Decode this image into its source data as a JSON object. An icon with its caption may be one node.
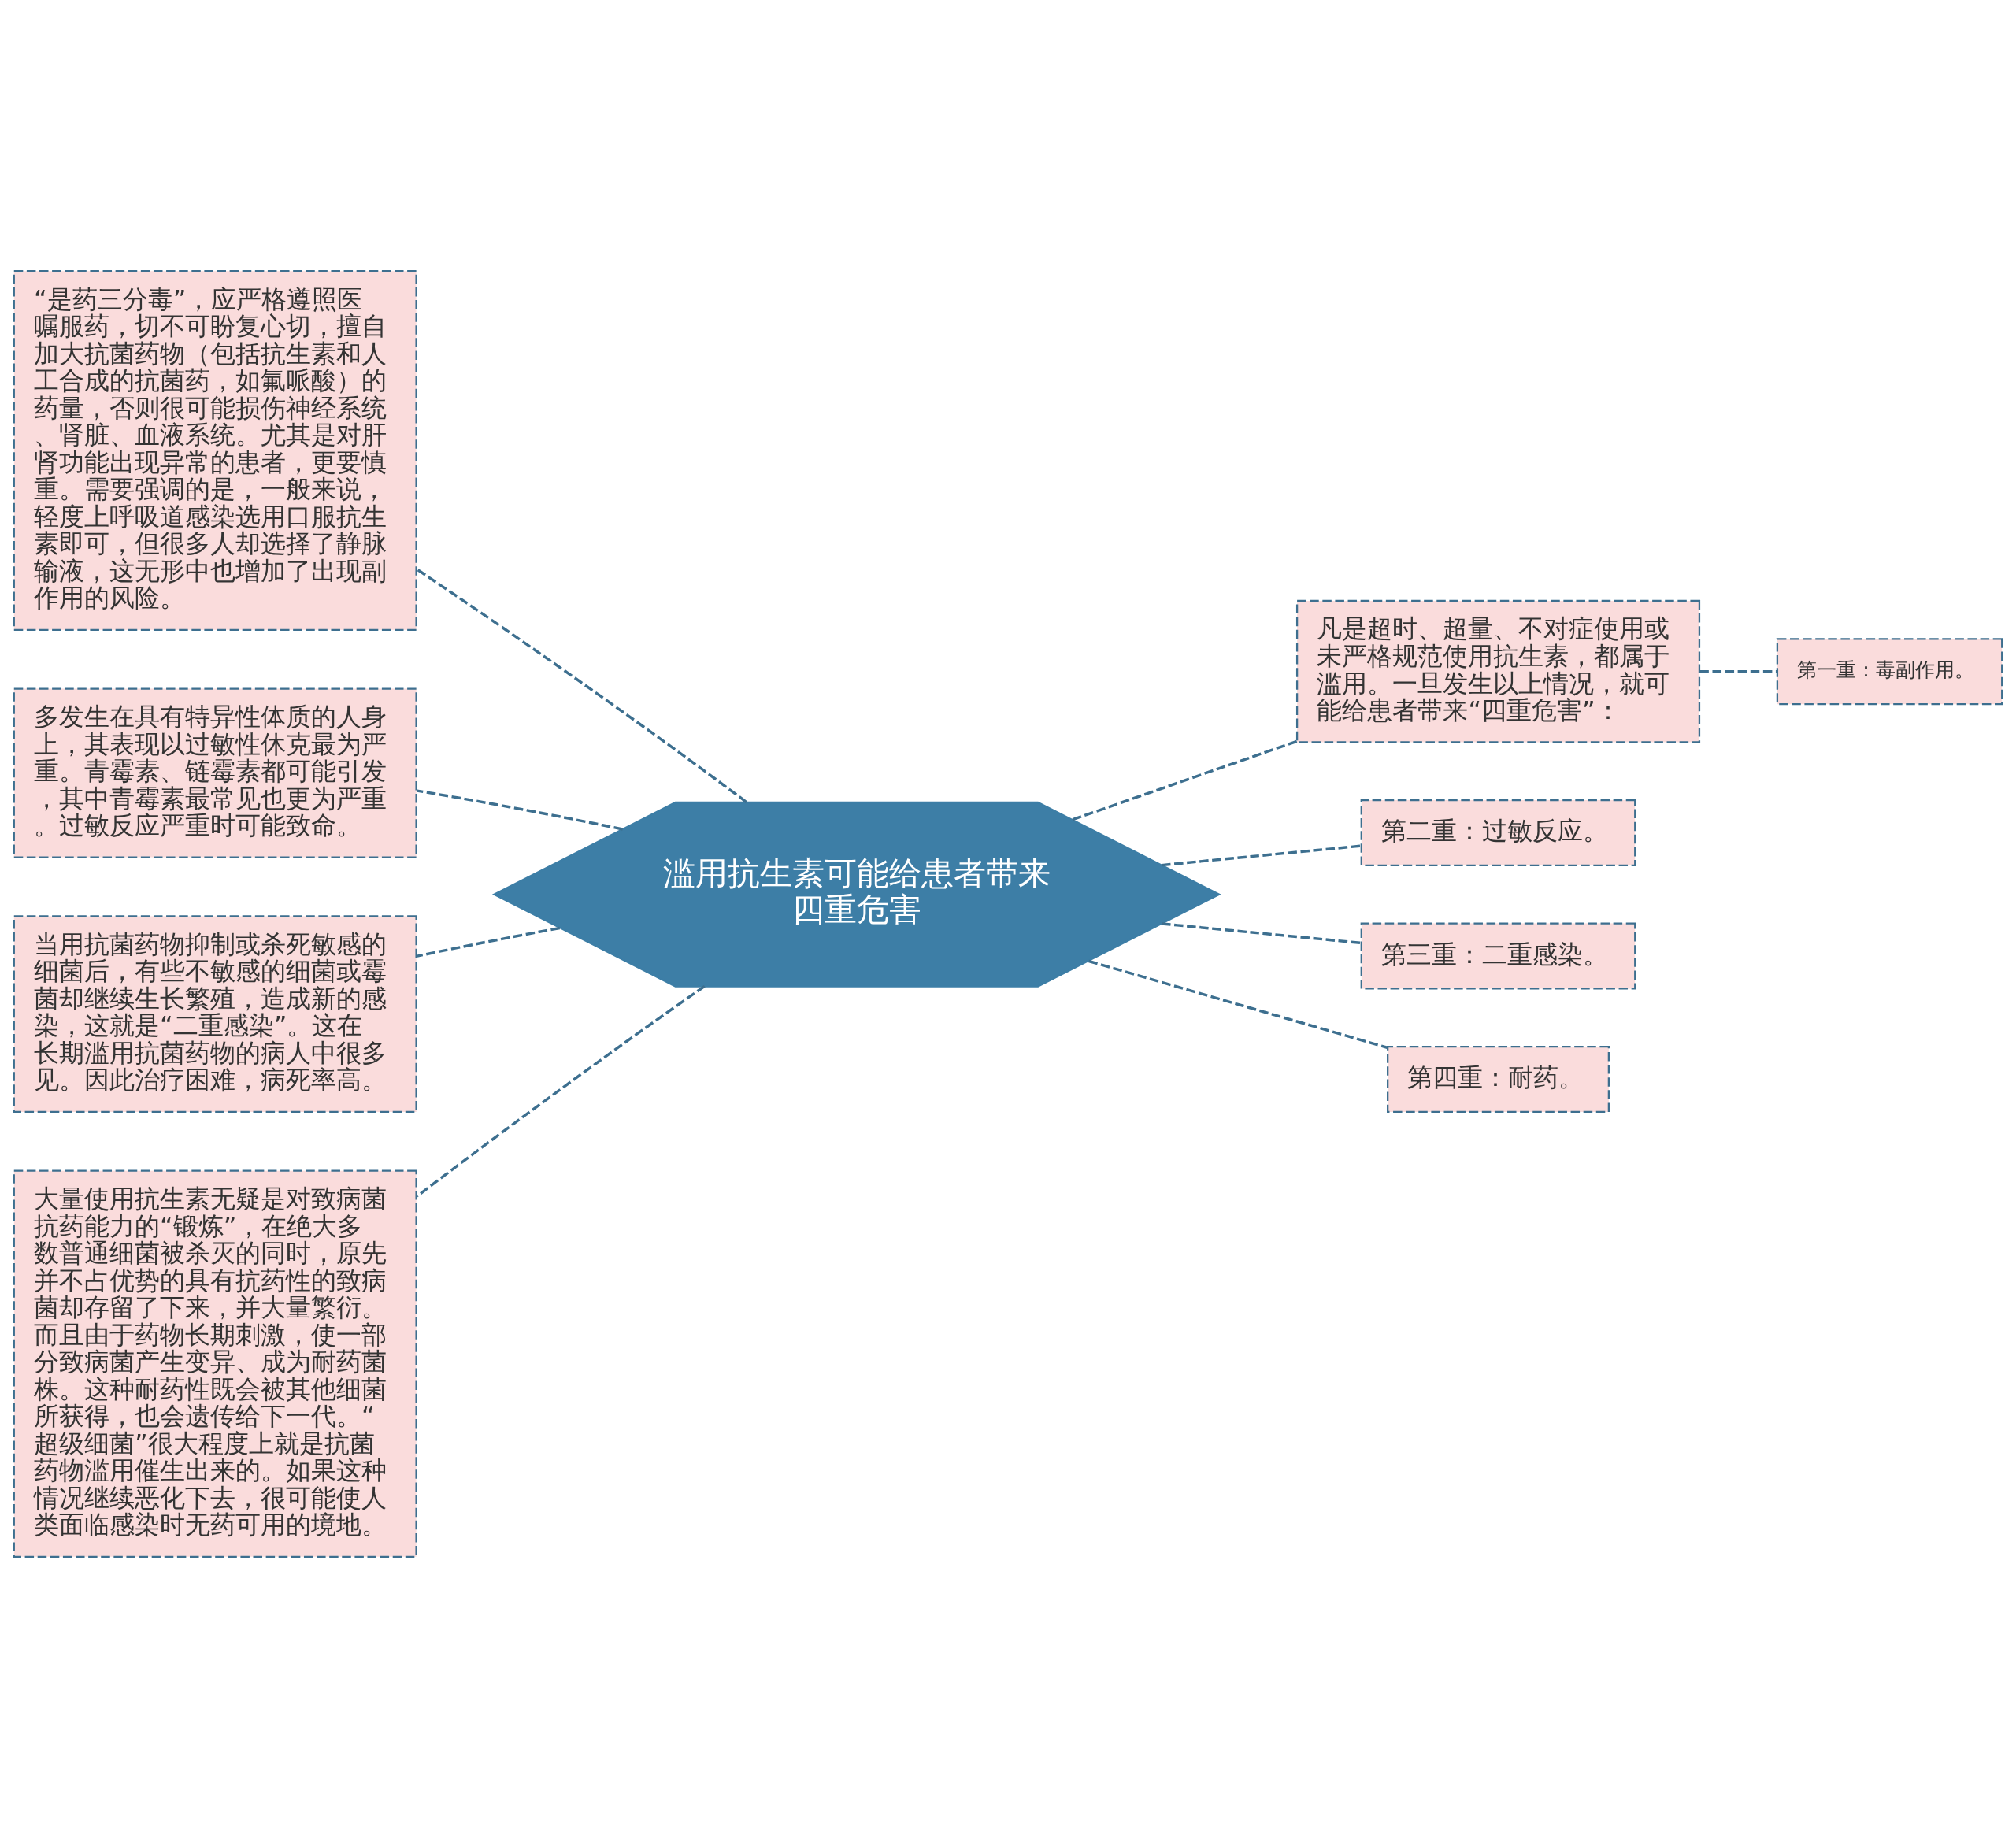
{
  "diagram": {
    "nodes": [
      {
        "text": [
          "滥用抗生素可能给患者带来四重危害"
        ]
      },
      {
        "text": [
          "“是药三分毒”，应严格遵照医嘱服药，切不可盼复心切，擅自加大抗菌药物（包括抗生素和人工合成的抗菌药，如氟哌酸）的药量，否则很可能损伤神经系统、肾脏、血液系统。尤其是对肝肾功能出现异常的患者，更要慎重。需要强调的是，一般来说，轻度上呼吸道感染选用口服抗生素即可，但很多人却选择了静脉输液，这无形中也增加了出现副作用的风险。"
        ]
      },
      {
        "text": [
          "多发生在具有特异性体质的人身上，其表现以过敏性休克最为严重。青霉素、链霉素都可能引发，其中青霉素最常见也更为严重。过敏反应严重时可能致命。"
        ]
      },
      {
        "text": [
          "当用抗菌药物抑制或杀死敏感的细菌后，有些不敏感的细菌或霉菌却继续生长繁殖，造成新的感染，这就是“二重感染”。这在长期滥用抗菌药物的病人中很多见。因此治疗困难，病死率高。"
        ]
      },
      {
        "text": [
          "大量使用抗生素无疑是对致病菌抗药能力的“锻炼”，在绝大多数普通细菌被杀灭的同时，原先并不占优势的具有抗药性的致病菌却存留了下来，并大量繁衍。而且由于药物长期刺激，使一部分致病菌产生变异、成为耐药菌株。这种耐药性既会被其他细菌所获得，也会遗传给下一代。“超级细菌”很大程度上就是抗菌药物滥用催生出来的。如果这种情况继续恶化下去，很可能使人类面临感染时无药可用的境地。"
        ]
      },
      {
        "text": [
          "凡是超时、超量、不对症使用或未严格规范使用抗生素，都属于滥用。一旦发生以上情况，就可能给患者带来“四重危害”："
        ]
      },
      {
        "text": [
          "第一重：毒副作用。"
        ]
      },
      {
        "text": [
          "第二重：过敏反应。"
        ]
      },
      {
        "text": [
          "第三重：二重感染。"
        ]
      },
      {
        "text": [
          "第四重：耐药。"
        ]
      }
    ],
    "edges": [
      {
        "from": 0,
        "to": 1,
        "arrow": "none",
        "style": "dashed"
      },
      {
        "from": 0,
        "to": 2,
        "arrow": "none",
        "style": "dashed"
      },
      {
        "from": 0,
        "to": 3,
        "arrow": "none",
        "style": "dashed"
      },
      {
        "from": 0,
        "to": 4,
        "arrow": "none",
        "style": "dashed"
      },
      {
        "from": 0,
        "to": 5,
        "arrow": "none",
        "style": "dashed"
      },
      {
        "from": 5,
        "to": 6,
        "arrow": "none",
        "style": "dashed"
      },
      {
        "from": 0,
        "to": 7,
        "arrow": "none",
        "style": "dashed"
      },
      {
        "from": 0,
        "to": 8,
        "arrow": "none",
        "style": "dashed"
      },
      {
        "from": 0,
        "to": 9,
        "arrow": "none",
        "style": "dashed"
      }
    ]
  }
}
